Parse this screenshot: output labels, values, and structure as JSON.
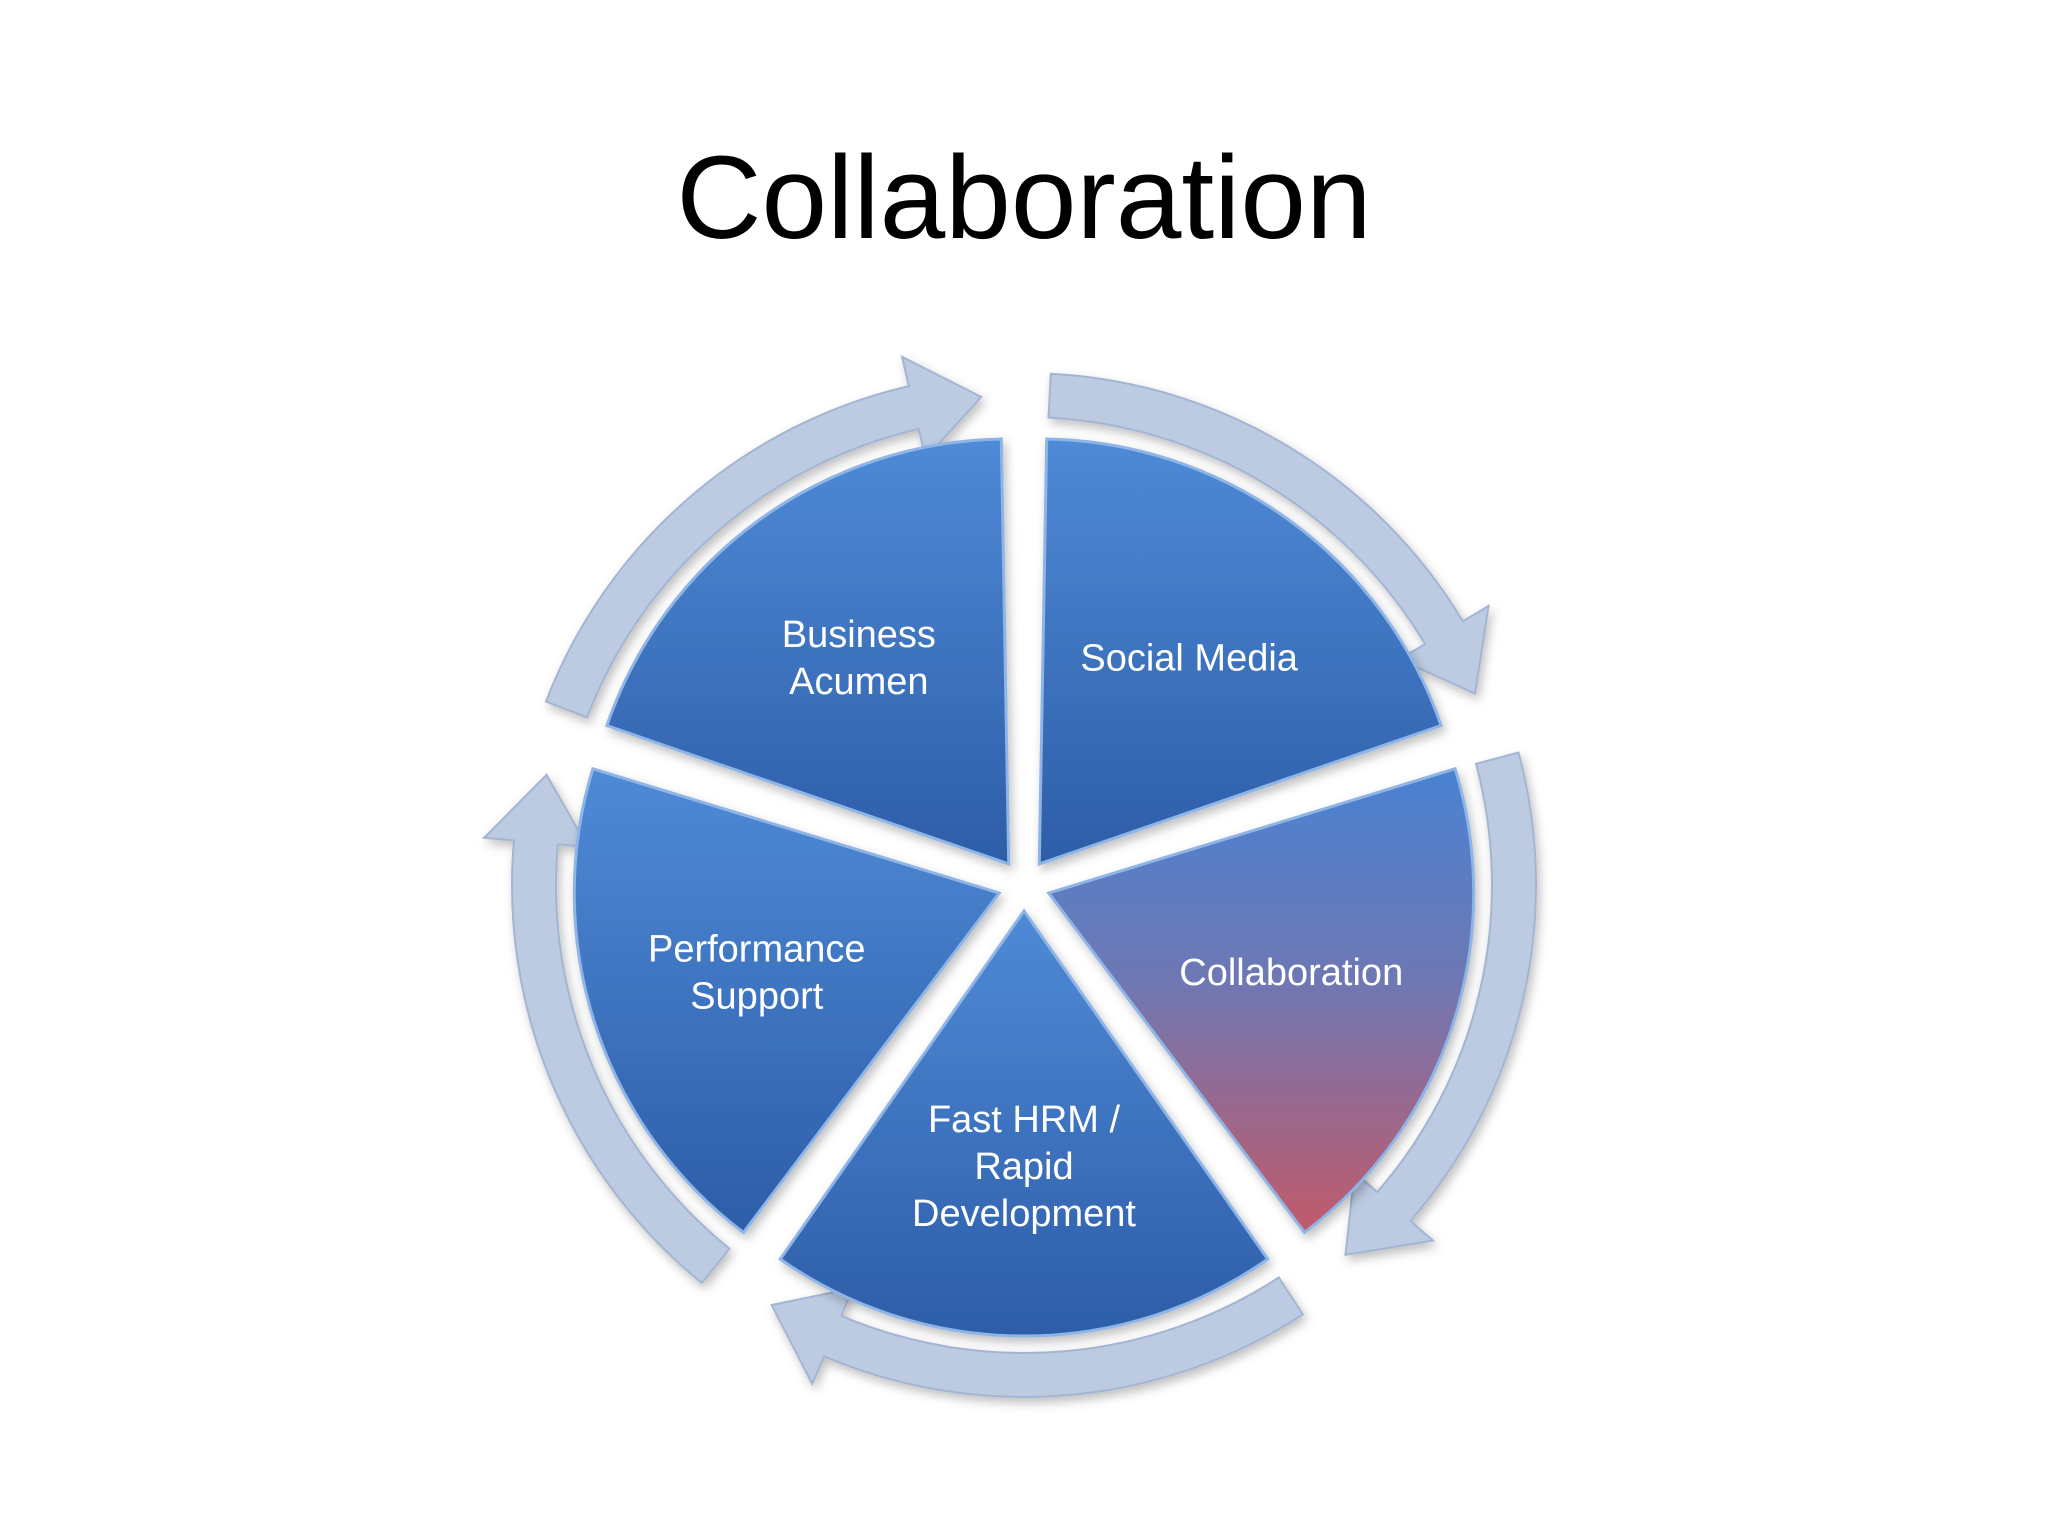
{
  "slide": {
    "title": "Collaboration"
  },
  "diagram": {
    "type": "segmented-cycle",
    "direction": "clockwise",
    "segments": [
      {
        "lines": [
          "Social Media"
        ],
        "fill": "blue"
      },
      {
        "lines": [
          "Collaboration"
        ],
        "fill": "blue-to-red",
        "highlighted": true
      },
      {
        "lines": [
          "Fast HRM /",
          "Rapid",
          "Development"
        ],
        "fill": "blue"
      },
      {
        "lines": [
          "Performance",
          "Support"
        ],
        "fill": "blue"
      },
      {
        "lines": [
          "Business",
          "Acumen"
        ],
        "fill": "blue"
      }
    ]
  },
  "colors": {
    "segment_light": "#4f8ad6",
    "segment_dark": "#2d5da8",
    "highlight_bottom": "#c25a6a",
    "arrow_ring": "#bccbe2",
    "arrow_ring_edge": "#a3b5d3",
    "label_text": "#ffffff",
    "title_text": "#000000"
  }
}
